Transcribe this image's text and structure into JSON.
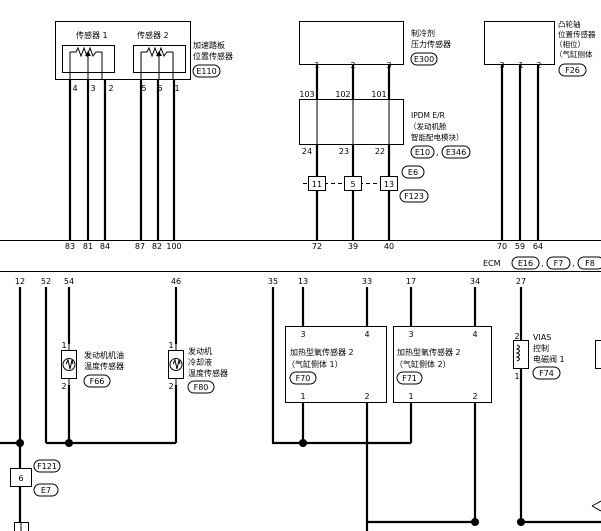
{
  "ecm_label": "ECM",
  "ecm_connectors": [
    "E16",
    "F7",
    "F8"
  ],
  "accel_pedal": {
    "sensor1_label": "传感器 1",
    "sensor2_label": "传感器 2",
    "name_line1": "加速踏板",
    "name_line2": "位置传感器",
    "connector": "E110",
    "pins_sensor1": [
      "4",
      "3",
      "2"
    ],
    "pins_sensor2": [
      "5",
      "6",
      "1"
    ]
  },
  "refrigerant_sensor": {
    "name_line1": "制冷剂",
    "name_line2": "压力传感器",
    "connector": "E300",
    "pins": [
      "1",
      "2",
      "3"
    ]
  },
  "ipdm": {
    "name_line1": "IPDM E/R",
    "name_line2": "（发动机舱",
    "name_line3": "智能配电模块）",
    "connector1": "E10",
    "connector2": "E346",
    "top_pins": [
      "103",
      "102",
      "101"
    ],
    "bottom_pins": [
      "24",
      "23",
      "22"
    ]
  },
  "joint_connector": {
    "pins": [
      "11",
      "5",
      "13"
    ],
    "connector1": "E6",
    "connector2": "F123"
  },
  "camshaft_sensor": {
    "name_line1": "凸轮轴",
    "name_line2": "位置传感器",
    "name_line3": "（相位）",
    "name_line4": "（气缸侧体",
    "connector": "F26",
    "pins": [
      "3",
      "1",
      "2"
    ]
  },
  "ecm_pins_top": [
    "83",
    "81",
    "84",
    "87",
    "82",
    "100",
    "72",
    "39",
    "40",
    "70",
    "59",
    "64"
  ],
  "ecm_pins_bottom": [
    "12",
    "52",
    "54",
    "46",
    "35",
    "13",
    "33",
    "17",
    "34",
    "27"
  ],
  "oil_temp_sensor": {
    "name_line1": "发动机机油",
    "name_line2": "温度传感器",
    "connector": "F66",
    "pins": [
      "1",
      "2"
    ]
  },
  "coolant_temp_sensor": {
    "name_line1": "发动机",
    "name_line2": "冷却液",
    "name_line3": "温度传感器",
    "connector": "F80",
    "pins": [
      "1",
      "2"
    ]
  },
  "o2_sensor_1": {
    "name_line1": "加热型氧传感器 2",
    "name_line2": "（气缸侧体 1）",
    "connector": "F70",
    "pins_top": [
      "3",
      "4"
    ],
    "pins_bottom": [
      "1",
      "2"
    ]
  },
  "o2_sensor_2": {
    "name_line1": "加热型氧传感器 2",
    "name_line2": "（气缸侧体 2）",
    "connector": "F71",
    "pins_top": [
      "3",
      "4"
    ],
    "pins_bottom": [
      "1",
      "2"
    ]
  },
  "vias_valve": {
    "name_line1": "VIAS",
    "name_line2": "控制",
    "name_line3": "电磁阀 1",
    "connector": "F74",
    "pins": [
      "2",
      "1"
    ]
  },
  "joint_6": {
    "pin": "6",
    "connector1": "F121",
    "connector2": "E7"
  }
}
